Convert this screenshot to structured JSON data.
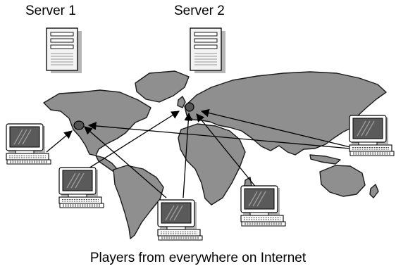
{
  "servers": [
    {
      "label": "Server 1"
    },
    {
      "label": "Server 2"
    }
  ],
  "caption": "Players from everywhere on Internet",
  "colors": {
    "land": "#8f8f8f",
    "land_outline": "#1a1a1a",
    "node": "#555555",
    "arrow": "#000000",
    "server_case": "#f4f4f4",
    "server_shadow": "#b5b5b5",
    "monitor_screen": "#5a5a5a"
  },
  "icons": [
    "server-tower-icon",
    "desktop-computer-icon",
    "world-map-icon",
    "connection-arrow-icon"
  ]
}
